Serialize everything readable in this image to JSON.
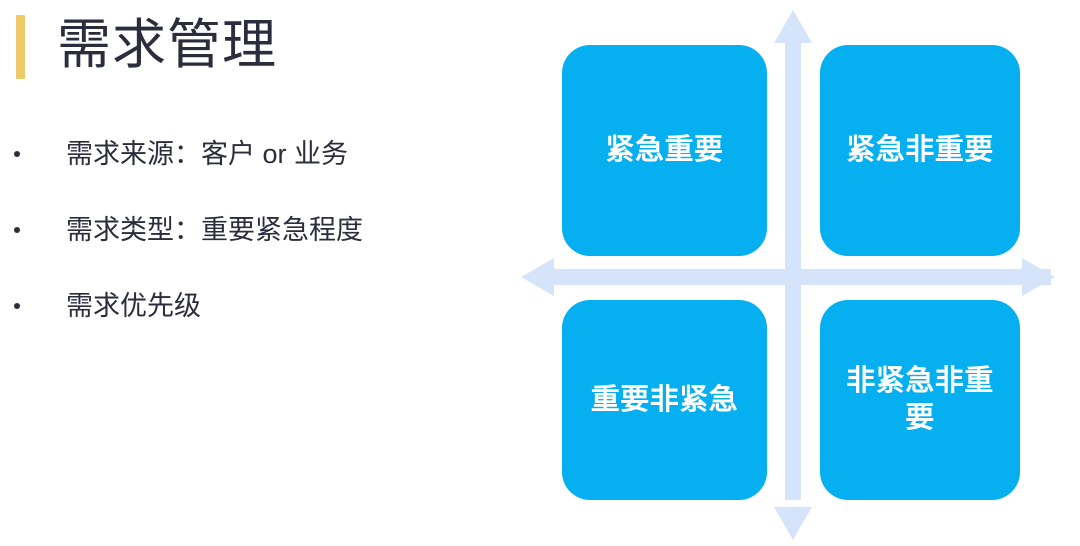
{
  "slide": {
    "title": "需求管理",
    "accent_color": "#edcb6a",
    "text_color": "#2b2d3c",
    "background_color": "#ffffff"
  },
  "bullets": [
    {
      "text": "需求来源：客户 or 业务"
    },
    {
      "text": "需求类型：重要紧急程度"
    },
    {
      "text": "需求优先级"
    }
  ],
  "matrix": {
    "card_color": "#06b0f0",
    "axis_color": "#d6e4fb",
    "label_color": "#ffffff",
    "quadrants": [
      {
        "position": "top-left",
        "label": "紧急重要"
      },
      {
        "position": "top-right",
        "label": "紧急非重要"
      },
      {
        "position": "bottom-left",
        "label": "重要非紧急"
      },
      {
        "position": "bottom-right",
        "label": "非紧急非重要"
      }
    ],
    "axes": [
      {
        "name": "vertical-axis",
        "direction": "up-down"
      },
      {
        "name": "horizontal-axis",
        "direction": "left-right"
      }
    ]
  }
}
